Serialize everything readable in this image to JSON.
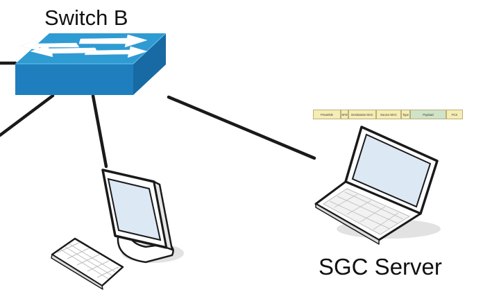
{
  "diagram": {
    "switch_label": "Switch B",
    "server_label": "SGC Server",
    "frame_fields": [
      {
        "label": "Preamble",
        "color": "#f6edb4"
      },
      {
        "label": "SFD",
        "color": "#f6edb4"
      },
      {
        "label": "Destination MAC",
        "color": "#f6edb4"
      },
      {
        "label": "Source MAC",
        "color": "#f6edb4"
      },
      {
        "label": "Type",
        "color": "#f6edb4"
      },
      {
        "label": "Payload",
        "color": "#cfe3c6"
      },
      {
        "label": "FCS",
        "color": "#f6edb4"
      }
    ],
    "colors": {
      "switch_top": "#2f9bd3",
      "switch_front": "#1f7fbe",
      "switch_side": "#176aa3",
      "screen": "#dde8f5",
      "cable": "#1a1a1a"
    },
    "icons": [
      "network-switch-icon",
      "desktop-computer-icon",
      "keyboard-icon",
      "laptop-icon"
    ]
  }
}
